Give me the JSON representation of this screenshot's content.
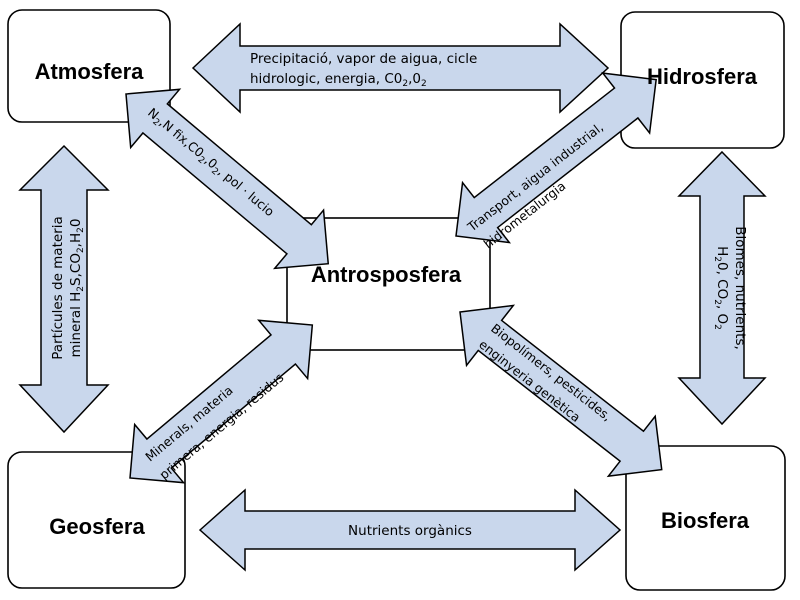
{
  "nodes": {
    "atmosfera": "Atmosfera",
    "hidrosfera": "Hidrosfera",
    "antrosposfera": "Antrosposfera",
    "geosfera": "Geosfera",
    "biosfera": "Biosfera"
  },
  "arrows": {
    "atm_hidro": {
      "line1": "Precipitació, vapor de aigua, cicle",
      "line2_prefix": "hidrologic, energia, C0",
      "line2_sub1": "2",
      "line2_mid": ",0",
      "line2_sub2": "2"
    },
    "atm_antro": {
      "p1": "N",
      "s1": "2",
      "p2": ",N fix,C0",
      "s2": "2",
      "p3": ",0",
      "s3": "2",
      "p4": ",   pol · lucio"
    },
    "hidro_antro": {
      "line1": "Transport, aigua industrial,",
      "line2": "hidrometalurgia"
    },
    "atm_geo": {
      "line1": "Partícules de materia",
      "l2_p1": "mineral H",
      "l2_s1": "2",
      "l2_p2": "S,CO",
      "l2_s2": "2",
      "l2_p3": ",H",
      "l2_s3": "2",
      "l2_p4": "0"
    },
    "hidro_bio": {
      "line1": "Biomes, nutrients,",
      "l2_p1": "H",
      "l2_s1": "2",
      "l2_p2": "0, CO",
      "l2_s2": "2",
      "l2_p3": ", O",
      "l2_s3": "2"
    },
    "geo_antro": {
      "line1": "Minerals, materia",
      "line2": "primera, energia, residus"
    },
    "bio_antro": {
      "line1": "Biopolímers, pesticides,",
      "line2": "enginyeria genètica"
    },
    "geo_bio": {
      "label": "Nutrients orgànics"
    }
  }
}
